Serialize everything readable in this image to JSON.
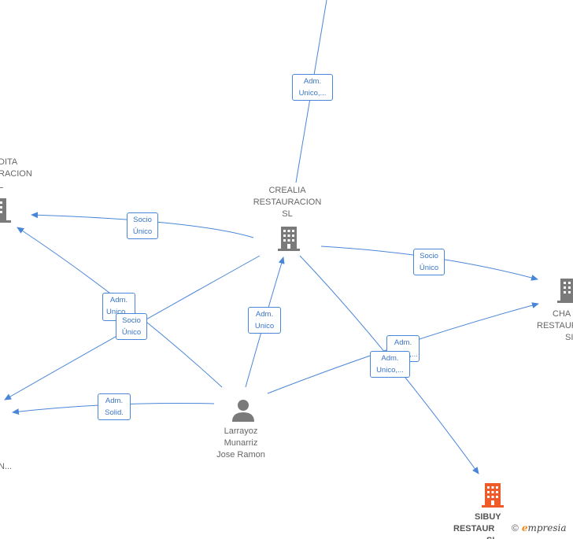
{
  "colors": {
    "edge": "#4a86d8",
    "building_gray": "#7a7a7a",
    "building_orange": "#f05a28",
    "person_gray": "#7a7a7a"
  },
  "nodes": {
    "crealia": {
      "lines": [
        "CREALIA",
        "RESTAURACION",
        "SL"
      ],
      "icon": "building-icon"
    },
    "left_top": {
      "lines": [
        "DITA",
        "RACION",
        "L"
      ],
      "icon": "building-icon"
    },
    "right_mid": {
      "lines": [
        "CHA",
        "RESTAUR",
        "SI"
      ],
      "icon": "building-icon"
    },
    "person": {
      "lines": [
        "Larrayoz",
        "Munarriz",
        "Jose Ramon"
      ],
      "icon": "person-icon"
    },
    "sibuya": {
      "lines": [
        "SIBUY",
        "RESTAUR",
        "SL"
      ],
      "icon": "building-icon"
    },
    "left_bottom": {
      "lines": [
        "N..."
      ]
    }
  },
  "edge_labels": {
    "top": [
      "Adm.",
      "Unico,..."
    ],
    "socio_left": [
      "Socio",
      "Único"
    ],
    "socio_right": [
      "Socio",
      "Único"
    ],
    "adm_unico_left": [
      "Adm.",
      "Unico,..."
    ],
    "socio_left2": [
      "Socio",
      "Único"
    ],
    "adm_unico_center": [
      "Adm.",
      "Unico"
    ],
    "adm_solid": [
      "Adm.",
      "Solid."
    ],
    "adm_right_a": [
      "Adm.",
      "Unico,..."
    ],
    "adm_right_b": [
      "Adm.",
      "Unico,..."
    ]
  },
  "footer": {
    "copyright": "©",
    "brand_first": "e",
    "brand_rest": "mpresia"
  }
}
